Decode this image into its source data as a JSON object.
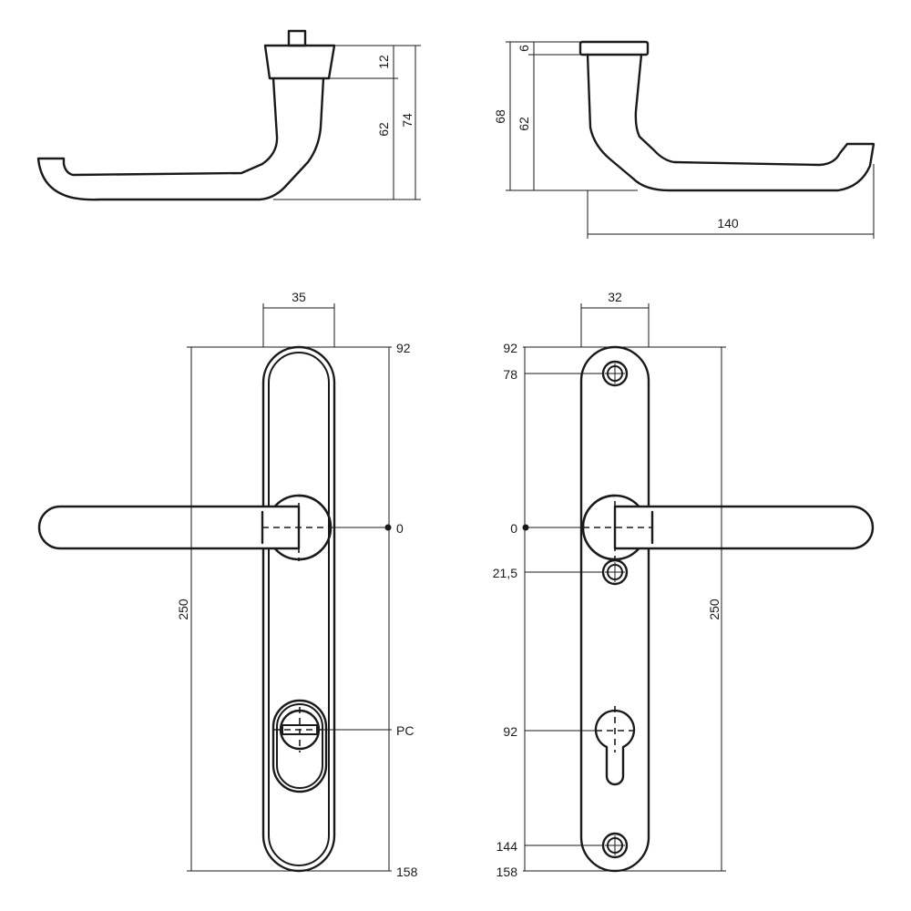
{
  "side_view_left": {
    "dimensions": {
      "collar_height": "12",
      "lever_height": "62",
      "total_height": "74"
    }
  },
  "side_view_right": {
    "dimensions": {
      "rose_height": "6",
      "lever_height": "62",
      "total_height": "68",
      "projection": "140"
    }
  },
  "front_left": {
    "width_label": "35",
    "top_label": "92",
    "length_label": "250",
    "center_label": "0",
    "cylinder_label": "PC",
    "bottom_label": "158"
  },
  "front_right": {
    "width_label": "32",
    "labels": {
      "top": "92",
      "screw_top": "78",
      "center": "0",
      "screw_mid": "21,5",
      "cylinder": "92",
      "screw_bottom": "144",
      "bottom": "158"
    },
    "length_label": "250"
  }
}
